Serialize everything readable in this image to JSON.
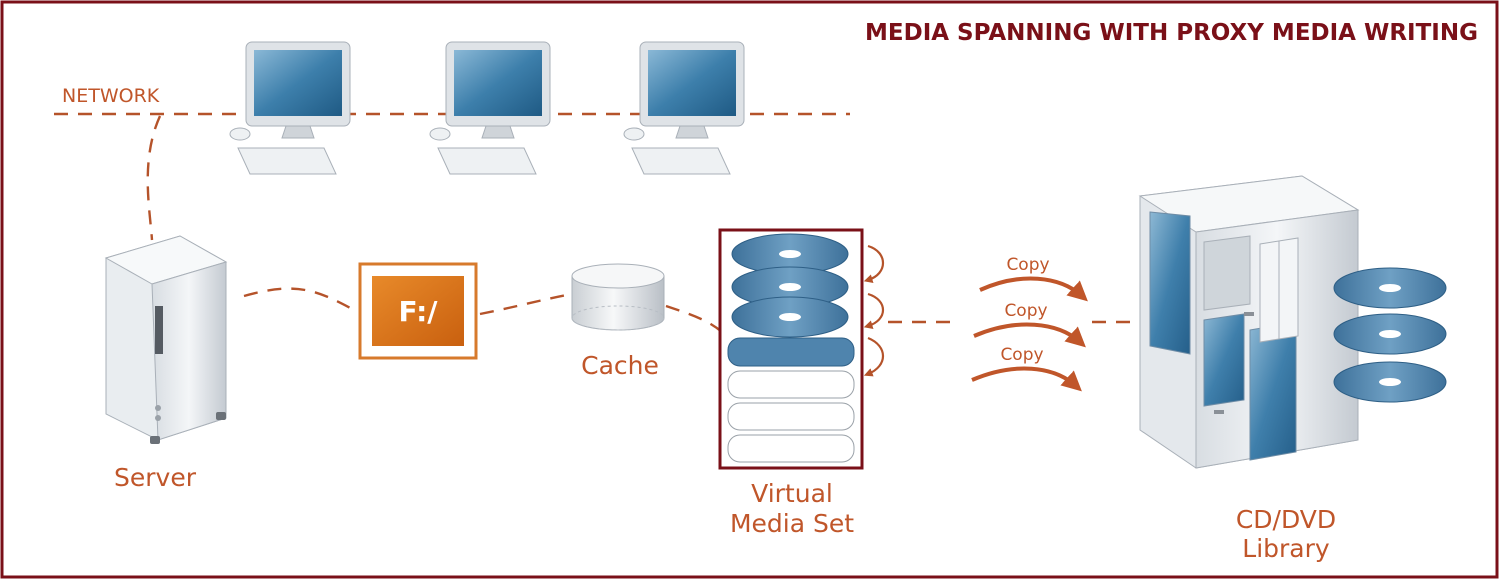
{
  "title": "MEDIA SPANNING WITH PROXY MEDIA WRITING",
  "labels": {
    "network": "NETWORK",
    "server": "Server",
    "drive": "F:/",
    "cache": "Cache",
    "virtual_media_set": [
      "Virtual",
      "Media Set"
    ],
    "library": [
      "CD/DVD",
      "Library"
    ],
    "copy_arrows": [
      "Copy",
      "Copy",
      "Copy"
    ]
  },
  "colors": {
    "frame": "#7a1018",
    "accent": "#c0562a",
    "drive_fill": "#d9731c",
    "disc_blue": "#4f84ad",
    "screen_blue": "#2f6f9e"
  },
  "icons": [
    "workstation-icon",
    "server-tower-icon",
    "drive-icon",
    "cache-cylinder-icon",
    "disc-stack-icon",
    "media-library-icon"
  ]
}
